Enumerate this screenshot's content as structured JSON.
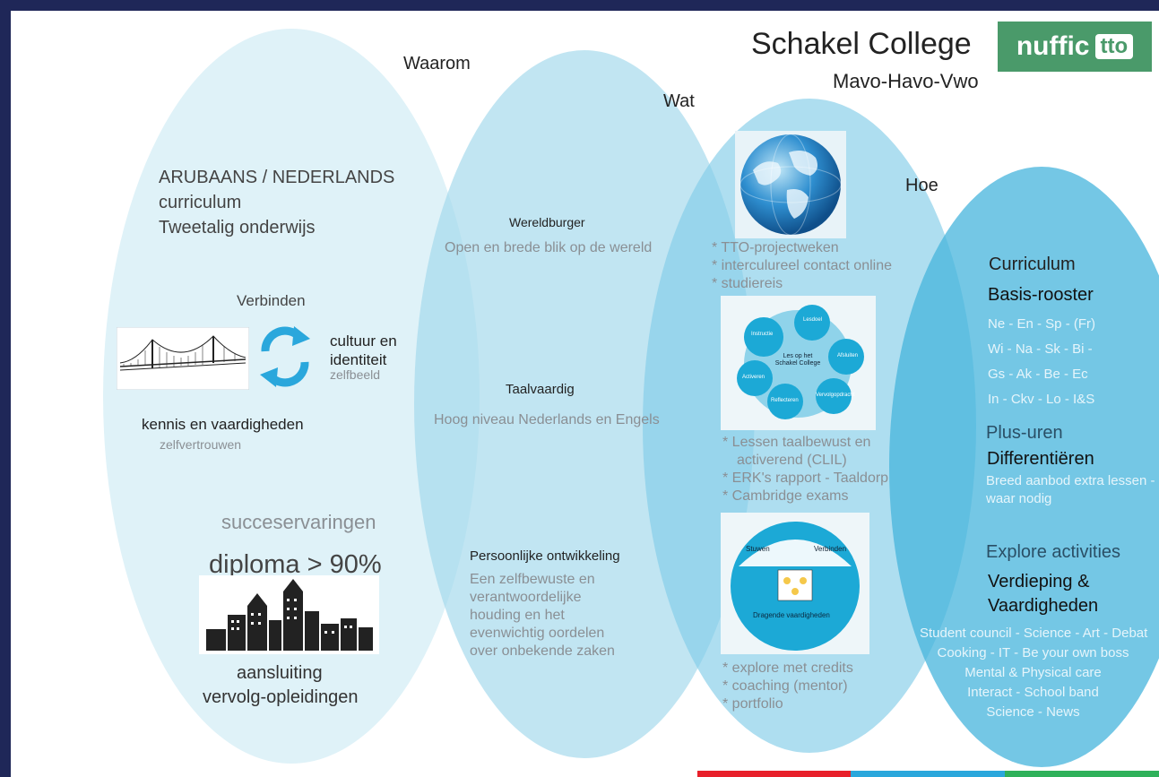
{
  "header": {
    "title": "Schakel College",
    "subtitle": "Mavo-Havo-Vwo",
    "logo_main": "nuffic",
    "logo_badge": "tto",
    "logo_color": "#4a9a6a"
  },
  "columns": {
    "waarom": "Waarom",
    "wat": "Wat",
    "hoe": "Hoe"
  },
  "left": {
    "curriculum": [
      "ARUBAANS / NEDERLANDS",
      "curriculum",
      "Tweetalig onderwijs"
    ],
    "verbinden": "Verbinden",
    "cultuur": [
      "cultuur en",
      "identiteit"
    ],
    "zelfbeeld": "zelfbeeld",
    "kennis": "kennis en vaardigheden",
    "zelfvertrouwen": "zelfvertrouwen",
    "succes": "succeservaringen",
    "diploma": "diploma > 90%",
    "aansluiting": [
      "aansluiting",
      "vervolg-opleidingen"
    ]
  },
  "middle": {
    "wereldburger": "Wereldburger",
    "wereldburger_text": "Open en brede blik op de wereld",
    "taalvaardig": "Taalvaardig",
    "taalvaardig_text": "Hoog niveau Nederlands en Engels",
    "persoonlijk": "Persoonlijke ontwikkeling",
    "persoonlijk_text": [
      "Een zelfbewuste en",
      "verantwoordelijke",
      "houding en het",
      "evenwichtig oordelen",
      "over onbekende zaken"
    ]
  },
  "wat_col": {
    "list1": [
      "* TTO-projectweken",
      "* interculureel contact online",
      "* studiereis"
    ],
    "list2": [
      "* Lessen taalbewust en",
      "activerend (CLIL)",
      "* ERK's rapport - Taaldorp",
      "* Cambridge exams"
    ],
    "list3": [
      "* explore met credits",
      "* coaching (mentor)",
      "* portfolio"
    ],
    "lessen_diagram": {
      "center": [
        "Les op het",
        "Schakel College"
      ],
      "nodes": [
        "Lesdoel",
        "Instructie",
        "Activeren",
        "Reflecteren",
        "Afsluiten",
        "Vervolgopdracht"
      ]
    },
    "vaardigheden_diagram": {
      "top_left": "Stuwen",
      "top_right": "Verbinden",
      "bottom": "Dragende vaardigheden"
    }
  },
  "hoe_col": {
    "curriculum": "Curriculum",
    "basis": "Basis-rooster",
    "subjects": [
      "Ne - En - Sp - (Fr)",
      "Wi - Na - Sk - Bi -",
      "Gs - Ak - Be - Ec",
      "In - Ckv - Lo - I&S"
    ],
    "plus": "Plus-uren",
    "differentieren": "Differentiëren",
    "breed": [
      "Breed aanbod extra lessen -",
      "waar nodig"
    ],
    "explore": "Explore activities",
    "verdieping": [
      "Verdieping &",
      "Vaardigheden"
    ],
    "activities": [
      "Student council - Science - Art - Debat",
      "Cooking - IT - Be your own boss",
      "Mental & Physical care",
      "Interact - School band",
      "Science - News"
    ]
  },
  "colors": {
    "frame": "#1f2758",
    "ellipse1": "#dff2f8",
    "ellipse2": "#bfe5f1",
    "ellipse3": "#a9dcee",
    "ellipse4": "#5ebedf",
    "stripe_red": "#e8202a",
    "stripe_blue": "#2aa7dc",
    "stripe_green": "#2fb15a"
  }
}
